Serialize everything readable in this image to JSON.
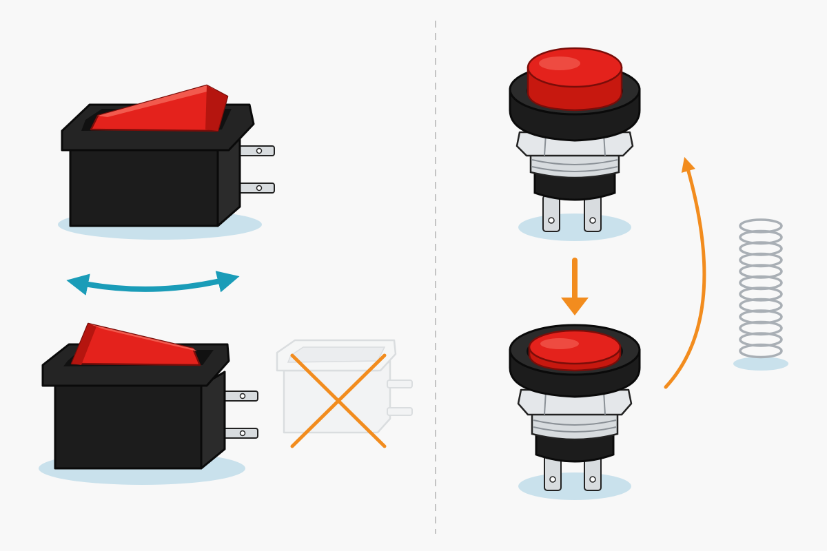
{
  "colors": {
    "background": "#f8f8f8",
    "divider": "#c4c4c4",
    "housing": "#1c1c1c",
    "housing_edge": "#0a0a0a",
    "actuator_red": "#e4221c",
    "actuator_highlight": "#f25a4e",
    "terminal_metal": "#d8dcdf",
    "shadow": "#c9e1ec",
    "toggle_arrow": "#1a9cb8",
    "motion_arrow": "#f28c1e",
    "cross_mark": "#f28c1e",
    "ghost_switch": "#d9dde1",
    "spring": "#a9afb5"
  },
  "panels": {
    "left": {
      "rocker_on": {
        "icon": "rocker-switch-icon",
        "state": "tilted-right"
      },
      "toggle": {
        "icon": "double-headed-curved-arrow-icon"
      },
      "rocker_off": {
        "icon": "rocker-switch-icon",
        "state": "tilted-left"
      },
      "invalid_middle": {
        "icon": "faded-switch-crossed-out-icon"
      }
    },
    "right": {
      "button_released": {
        "icon": "push-button-icon",
        "state": "raised"
      },
      "press": {
        "icon": "down-arrow-icon"
      },
      "button_pressed": {
        "icon": "push-button-icon",
        "state": "depressed"
      },
      "return": {
        "icon": "curved-return-arrow-icon"
      },
      "spring": {
        "icon": "coil-spring-icon"
      }
    }
  }
}
